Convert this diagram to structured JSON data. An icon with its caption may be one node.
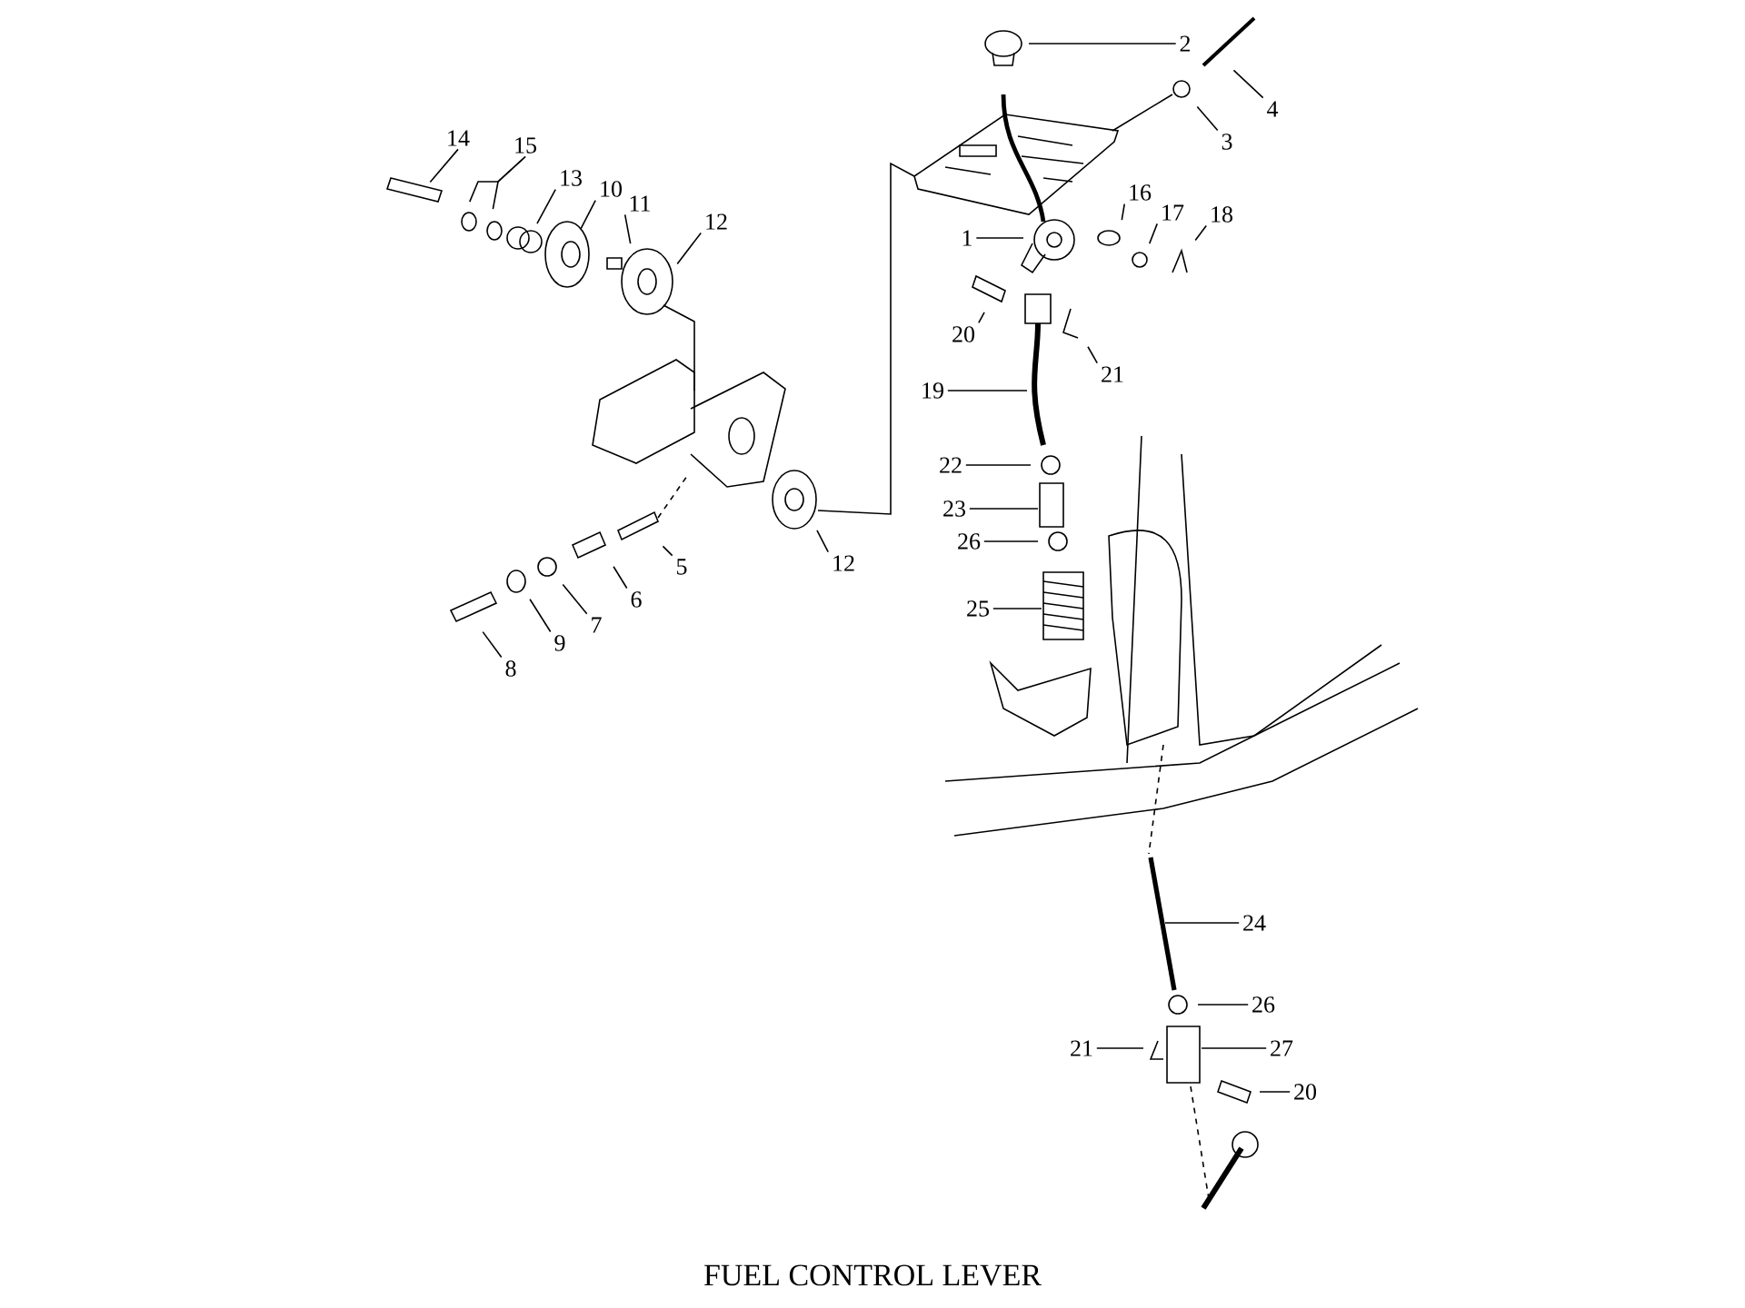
{
  "diagram": {
    "caption": "FUEL CONTROL LEVER",
    "nodes": [
      {
        "text": [
          "2"
        ]
      },
      {
        "text": [
          "14"
        ]
      },
      {
        "text": [
          "15"
        ]
      },
      {
        "text": [
          "4"
        ]
      },
      {
        "text": [
          "13"
        ]
      },
      {
        "text": [
          "10"
        ]
      },
      {
        "text": [
          "3"
        ]
      },
      {
        "text": [
          "11"
        ]
      },
      {
        "text": [
          "12"
        ]
      },
      {
        "text": [
          "16"
        ]
      },
      {
        "text": [
          "17"
        ]
      },
      {
        "text": [
          "18"
        ]
      },
      {
        "text": [
          "1"
        ]
      },
      {
        "text": [
          "20"
        ]
      },
      {
        "text": [
          "21"
        ]
      },
      {
        "text": [
          "19"
        ]
      },
      {
        "text": [
          "22"
        ]
      },
      {
        "text": [
          "23"
        ]
      },
      {
        "text": [
          "26"
        ]
      },
      {
        "text": [
          "12"
        ]
      },
      {
        "text": [
          "5"
        ]
      },
      {
        "text": [
          "6"
        ]
      },
      {
        "text": [
          "25"
        ]
      },
      {
        "text": [
          "7"
        ]
      },
      {
        "text": [
          "9"
        ]
      },
      {
        "text": [
          "8"
        ]
      },
      {
        "text": [
          "24"
        ]
      },
      {
        "text": [
          "26"
        ]
      },
      {
        "text": [
          "21"
        ]
      },
      {
        "text": [
          "27"
        ]
      },
      {
        "text": [
          "20"
        ]
      }
    ],
    "edges": [
      {
        "from": 0,
        "to": null,
        "arrow": "none"
      },
      {
        "from": 1,
        "to": null,
        "arrow": "none"
      },
      {
        "from": 2,
        "to": null,
        "arrow": "none"
      },
      {
        "from": 2,
        "to": null,
        "arrow": "none"
      },
      {
        "from": 3,
        "to": null,
        "arrow": "none"
      },
      {
        "from": 4,
        "to": null,
        "arrow": "none"
      },
      {
        "from": 5,
        "to": null,
        "arrow": "none"
      },
      {
        "from": 6,
        "to": null,
        "arrow": "none"
      },
      {
        "from": 7,
        "to": null,
        "arrow": "none"
      },
      {
        "from": 8,
        "to": null,
        "arrow": "none"
      },
      {
        "from": 9,
        "to": null,
        "arrow": "none"
      },
      {
        "from": 10,
        "to": null,
        "arrow": "none"
      },
      {
        "from": 11,
        "to": null,
        "arrow": "none"
      },
      {
        "from": 12,
        "to": null,
        "arrow": "none"
      },
      {
        "from": 13,
        "to": null,
        "arrow": "none"
      },
      {
        "from": 14,
        "to": null,
        "arrow": "none"
      },
      {
        "from": 15,
        "to": null,
        "arrow": "none"
      },
      {
        "from": 16,
        "to": null,
        "arrow": "none"
      },
      {
        "from": 17,
        "to": null,
        "arrow": "none"
      },
      {
        "from": 18,
        "to": null,
        "arrow": "none"
      },
      {
        "from": 19,
        "to": null,
        "arrow": "none"
      },
      {
        "from": 20,
        "to": null,
        "arrow": "none"
      },
      {
        "from": 21,
        "to": null,
        "arrow": "none"
      },
      {
        "from": 22,
        "to": null,
        "arrow": "none"
      },
      {
        "from": 23,
        "to": null,
        "arrow": "none"
      },
      {
        "from": 24,
        "to": null,
        "arrow": "none"
      },
      {
        "from": 25,
        "to": null,
        "arrow": "none"
      },
      {
        "from": 26,
        "to": null,
        "arrow": "none"
      },
      {
        "from": 27,
        "to": null,
        "arrow": "none"
      },
      {
        "from": 28,
        "to": null,
        "arrow": "none"
      },
      {
        "from": 29,
        "to": null,
        "arrow": "none"
      },
      {
        "from": 30,
        "to": null,
        "arrow": "none"
      }
    ]
  }
}
